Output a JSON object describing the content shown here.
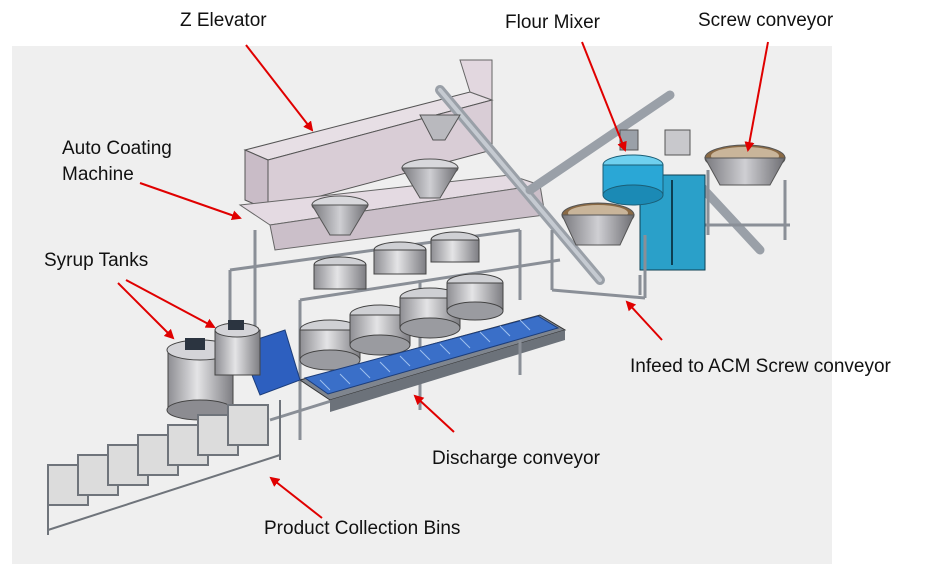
{
  "labels": {
    "z_elevator": "Z Elevator",
    "flour_mixer": "Flour Mixer",
    "screw_conveyor": "Screw conveyor",
    "auto_coating_machine_l1": "Auto Coating",
    "auto_coating_machine_l2": "Machine",
    "syrup_tanks": "Syrup Tanks",
    "infeed_to_acm": "Infeed to ACM Screw conveyor",
    "discharge_conveyor": "Discharge conveyor",
    "product_collection_bins": "Product Collection Bins"
  },
  "colors": {
    "background_panel": "#efefef",
    "arrow": "#e00000",
    "elevator": "#d9cdd6",
    "frame": "#8a8f97",
    "tank": "#b7b7bb",
    "mixer_blue": "#2aa7d6",
    "conveyor_blue": "#3a6fc8",
    "bin": "#dcdcdc"
  }
}
